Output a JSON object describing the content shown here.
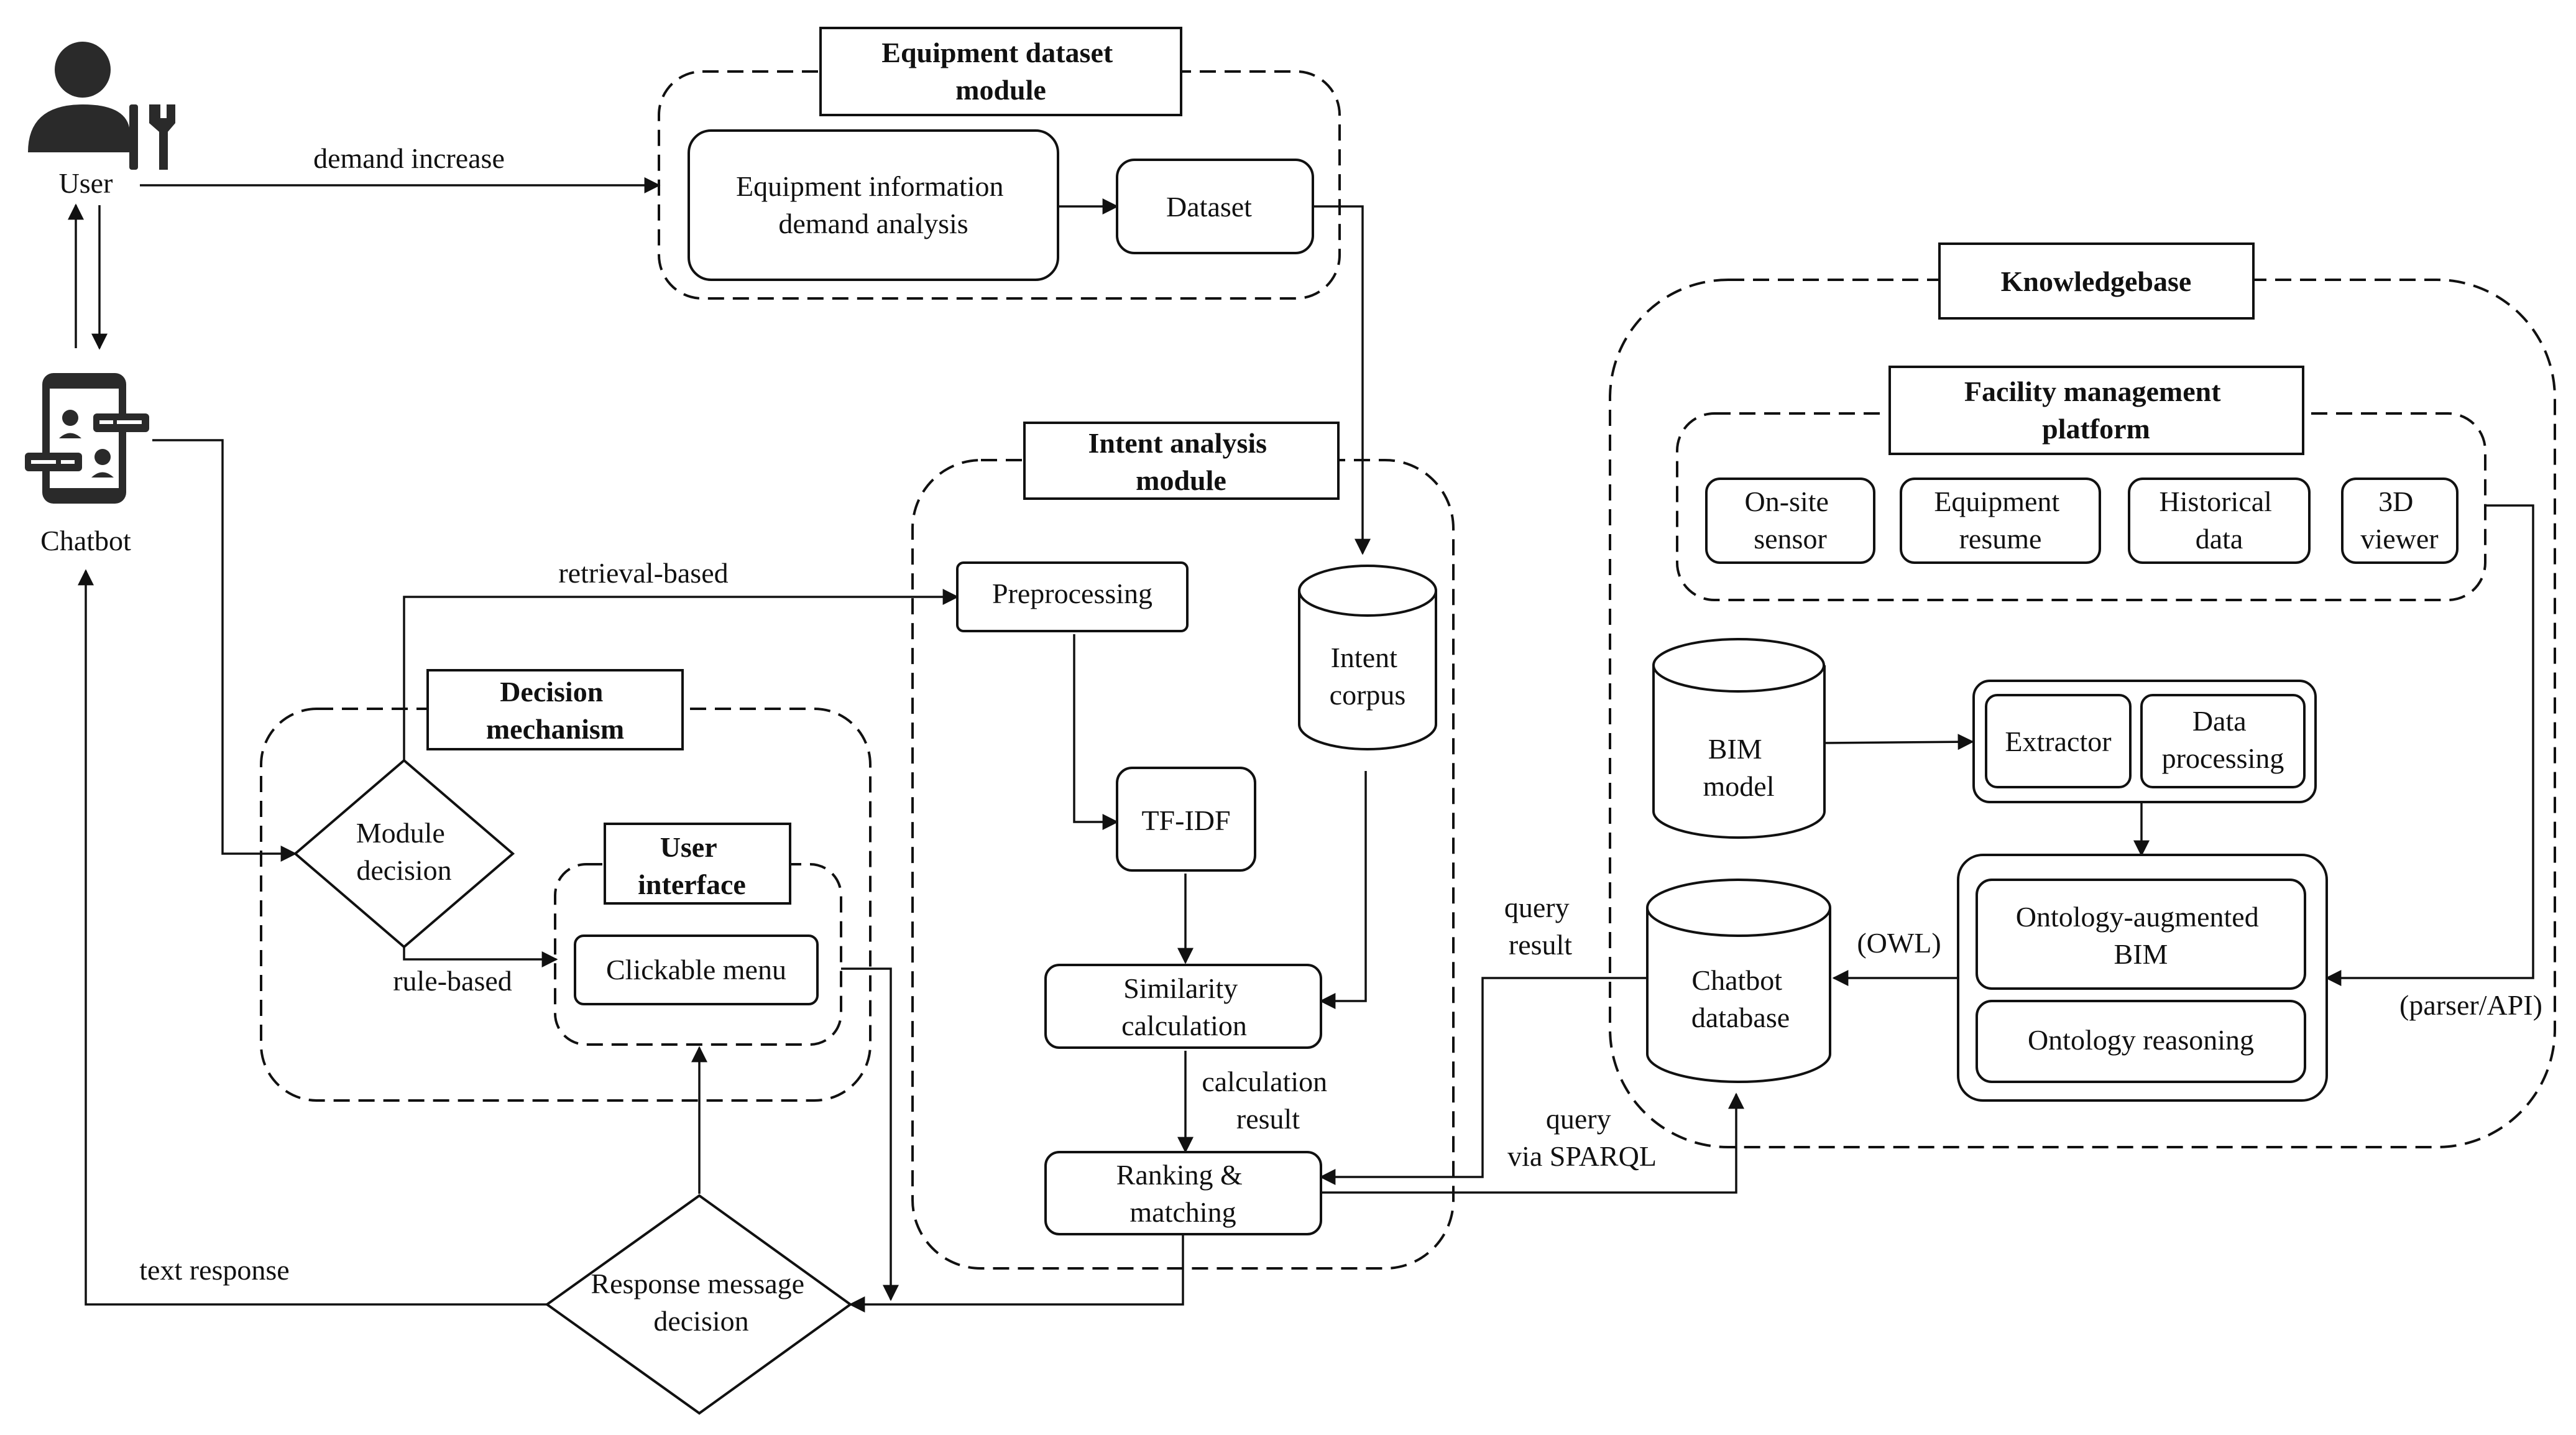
{
  "actors": {
    "user": "User",
    "chatbot": "Chatbot"
  },
  "modules": {
    "equipment_dataset": {
      "title": [
        "Equipment dataset",
        "module"
      ],
      "demand_analysis": [
        "Equipment information",
        "demand analysis"
      ],
      "dataset": "Dataset"
    },
    "intent_analysis": {
      "title": [
        "Intent analysis",
        "module"
      ],
      "preprocessing": "Preprocessing",
      "tfidf": "TF-IDF",
      "intent_corpus": [
        "Intent",
        "corpus"
      ],
      "similarity": [
        "Similarity",
        "calculation"
      ],
      "ranking": [
        "Ranking &",
        "matching"
      ]
    },
    "decision": {
      "title": [
        "Decision",
        "mechanism"
      ],
      "module_decision": [
        "Module",
        "decision"
      ],
      "user_interface_title": [
        "User",
        "interface"
      ],
      "clickable_menu": "Clickable menu",
      "response_decision": [
        "Response message",
        "decision"
      ]
    },
    "knowledgebase": {
      "title": "Knowledgebase",
      "fm_platform_title": [
        "Facility management",
        "platform"
      ],
      "onsite_sensor": [
        "On-site",
        "sensor"
      ],
      "equipment_resume": [
        "Equipment",
        "resume"
      ],
      "historical_data": [
        "Historical",
        "data"
      ],
      "viewer_3d": [
        "3D",
        "viewer"
      ],
      "bim_model": [
        "BIM",
        "model"
      ],
      "extractor": "Extractor",
      "data_processing": [
        "Data",
        "processing"
      ],
      "ontology_bim": [
        "Ontology-augmented",
        "BIM"
      ],
      "ontology_reasoning": "Ontology reasoning",
      "chatbot_database": [
        "Chatbot",
        "database"
      ]
    }
  },
  "edge_labels": {
    "demand_increase": "demand increase",
    "retrieval_based": "retrieval-based",
    "rule_based": "rule-based",
    "text_response": "text response",
    "calculation_result": [
      "calculation",
      "result"
    ],
    "query_result": [
      "query",
      "result"
    ],
    "query_sparql": [
      "query",
      "via SPARQL"
    ],
    "owl": "(OWL)",
    "parser_api": "(parser/API)"
  }
}
